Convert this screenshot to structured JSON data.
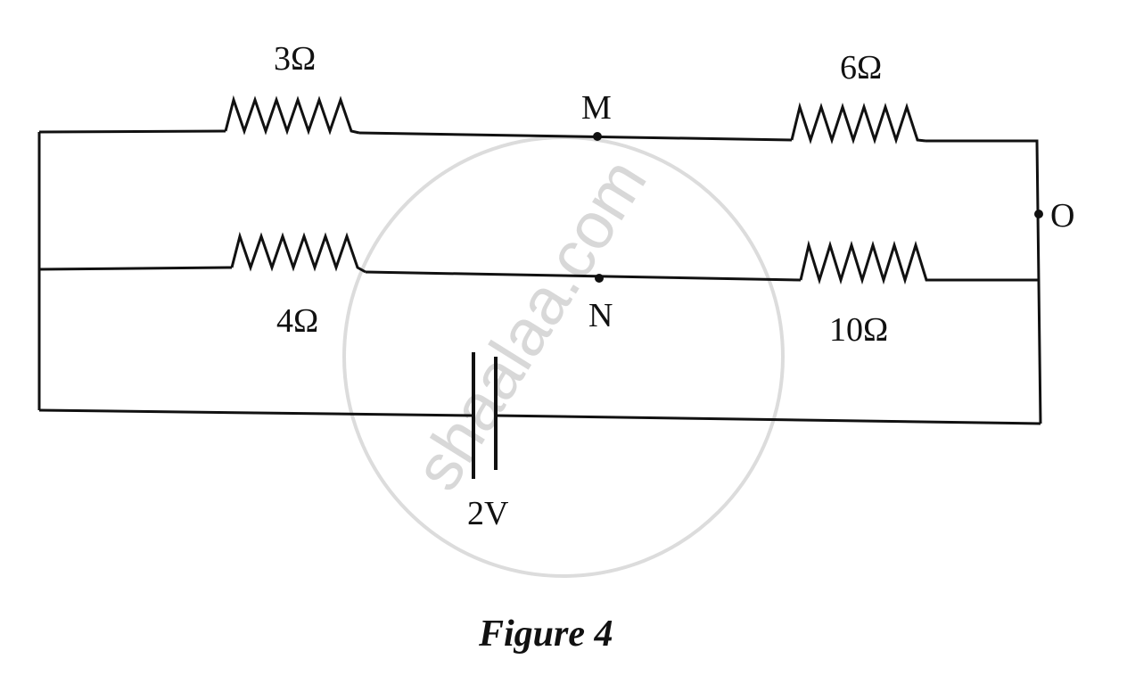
{
  "diagram": {
    "type": "circuit",
    "resistors": [
      {
        "id": "r1",
        "label": "3Ω",
        "branch": "top-left"
      },
      {
        "id": "r2",
        "label": "6Ω",
        "branch": "top-right"
      },
      {
        "id": "r3",
        "label": "4Ω",
        "branch": "middle-left"
      },
      {
        "id": "r4",
        "label": "10Ω",
        "branch": "middle-right"
      }
    ],
    "nodes": {
      "m": "M",
      "n": "N",
      "o": "O"
    },
    "battery": {
      "label": "2V"
    },
    "caption": "Figure 4",
    "watermark": "shaalaa.com"
  }
}
